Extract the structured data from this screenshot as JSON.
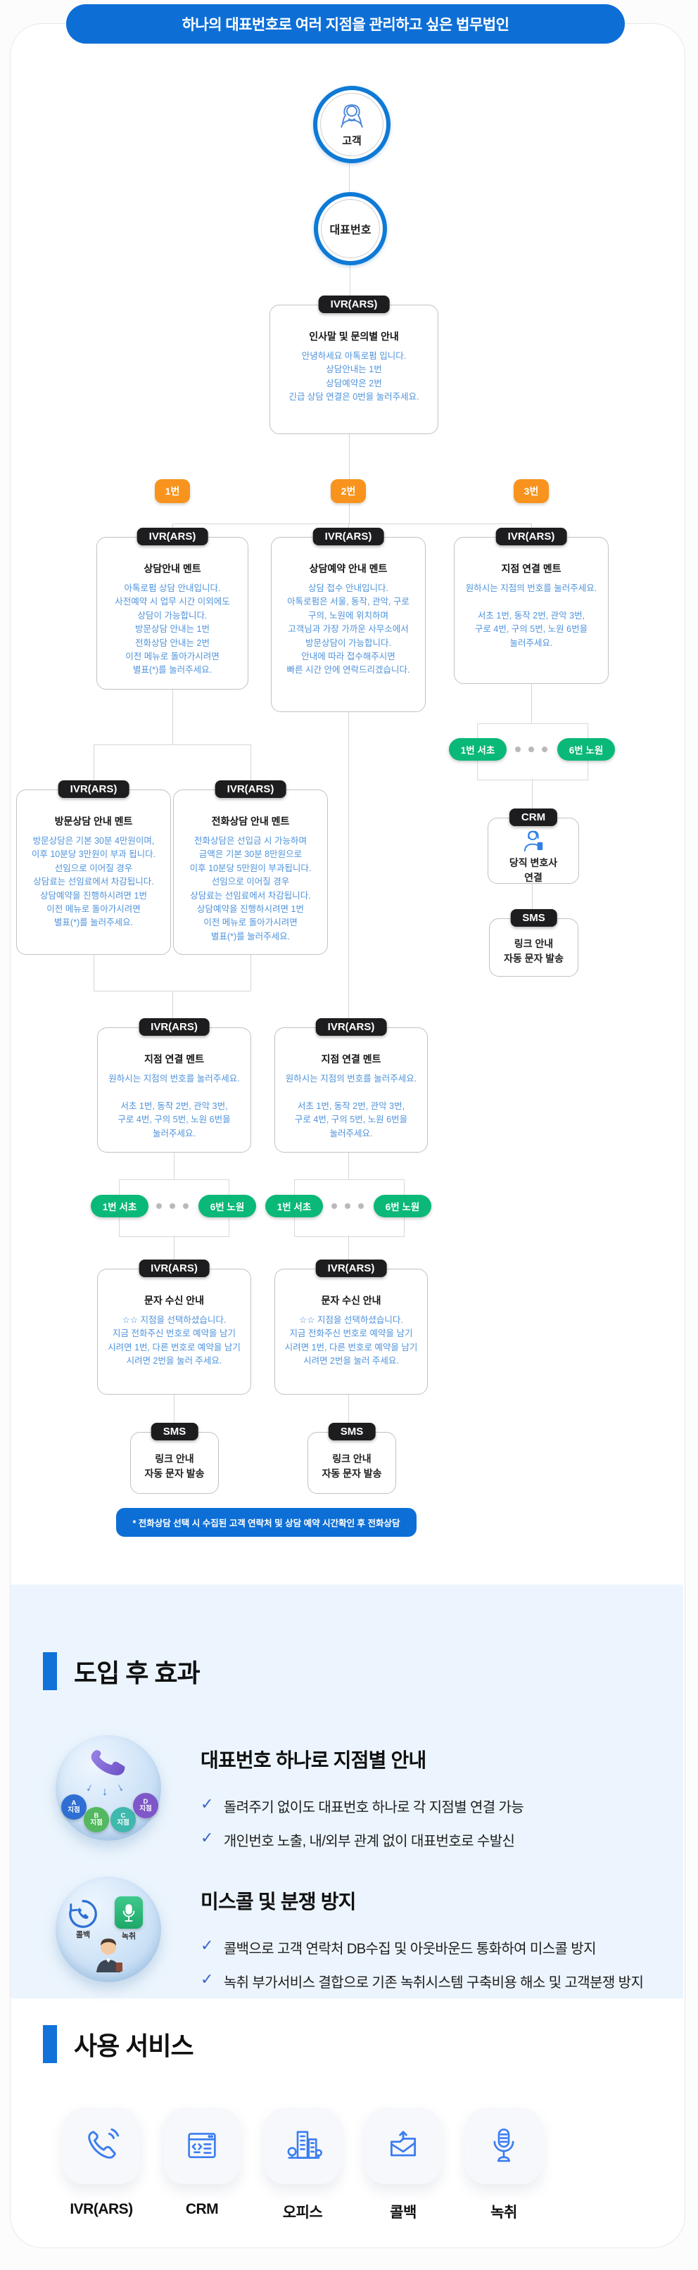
{
  "header": {
    "title": "하나의 대표번호로 여러 지점을 관리하고 싶은 법무법인"
  },
  "labels": {
    "ivr": "IVR(ARS)",
    "crm": "CRM",
    "sms": "SMS"
  },
  "flow": {
    "customer": "고객",
    "main_number": "대표번호",
    "greeting": {
      "title": "인사말 및 문의별 안내",
      "text": "안녕하세요 아톡로펌 입니다.\n상담안내는 1번\n상담예약은 2번\n긴급 상담 연결은 0번을 눌러주세요."
    },
    "branch1": "1번",
    "branch2": "2번",
    "branch3": "3번",
    "consult": {
      "title": "상담안내 멘트",
      "text": "아톡로펌 상담 안내입니다.\n사전예약 시 업무 시간 이외에도\n상담이 가능합니다.\n방문상담 안내는 1번\n전화상담 안내는 2번\n이전 메뉴로 돌아가시려면\n별표(*)를 눌러주세요."
    },
    "reserve": {
      "title": "상담예약 안내 멘트",
      "text": "상담 접수 안내입니다.\n아톡로펌은 서울, 동작, 관악, 구로\n구의, 노원에 위치하며\n고객님과 가장 가까운 사무소에서\n방문상담이 가능합니다.\n안내에 따라 접수해주시면\n빠른 시간 안에 연락드리겠습니다."
    },
    "connect": {
      "title": "지점 연결 멘트",
      "text": "원하시는 지점의 번호를 눌러주세요.\n\n서초 1번, 동작 2번, 관악 3번,\n구로 4번, 구의 5번, 노원 6번을\n눌러주세요."
    },
    "visit": {
      "title": "방문상담 안내 멘트",
      "text": "방문상담은 기본 30분 4만원이며,\n이후 10분당 3만원이 부과 됩니다.\n선임으로 이어질 경우\n상담료는 선임료에서 차감됩니다.\n상담예약을 진행하시려면 1번\n이전 메뉴로 돌아가시려면\n별표(*)를 눌러주세요."
    },
    "phone": {
      "title": "전화상담 안내 멘트",
      "text": "전화상담은 선입금 시 가능하며\n금액은 기본 30분 8만원으로\n이후 10분당 5만원이 부과됩니다.\n선임으로 이어질 경우\n상담료는 선임료에서 차감됩니다.\n상담예약을 진행하시려면 1번\n이전 메뉴로 돌아가시려면\n별표(*)를 눌러주세요."
    },
    "sms_receive": {
      "title": "문자 수신 안내",
      "text": "☆☆ 지점을 선택하셨습니다.\n지금 전화주신 번호로 예약을 남기\n시려면 1번, 다른 번호로 예약을 남기\n시려면 2번을 눌러 주세요."
    },
    "pill_first": "1번 서초",
    "pill_last": "6번 노원",
    "crm_box": "당직 변호사\n연결",
    "sms_box": "링크 안내\n자동 문자 발송",
    "note": "* 전화상담 선택 시 수집된 고객 연락처 및 상담 예약 시간확인 후 전화상담"
  },
  "effects": {
    "heading": "도입 후 효과",
    "item1": {
      "title": "대표번호 하나로 지점별 안내",
      "check1": "돌려주기 없이도 대표번호 하나로 각 지점별 연결 가능",
      "check2": "개인번호 노출, 내/외부 관계 없이 대표번호로 수발신",
      "branch_a": "A\n지점",
      "branch_b": "B\n지점",
      "branch_c": "C\n지점",
      "branch_d": "D\n지점"
    },
    "item2": {
      "title": "미스콜 및 분쟁 방지",
      "check1": "콜백으로 고객 연락처 DB수집 및 아웃바운드 통화하여 미스콜 방지",
      "check2": "녹취 부가서비스 결합으로 기존 녹취시스템 구축비용 해소 및 고객분쟁 방지",
      "label_callback": "콜백",
      "label_record": "녹취"
    }
  },
  "services": {
    "heading": "사용 서비스",
    "items": [
      {
        "label": "IVR(ARS)",
        "icon": "phone-icon"
      },
      {
        "label": "CRM",
        "icon": "browser-code-icon"
      },
      {
        "label": "오피스",
        "icon": "buildings-icon"
      },
      {
        "label": "콜백",
        "icon": "envelope-arrow-icon"
      },
      {
        "label": "녹취",
        "icon": "microphone-icon"
      }
    ]
  },
  "colors": {
    "primary_blue": "#0d6fd6",
    "orange": "#f8941d",
    "green": "#0ab878",
    "badge_black": "#1d1d1f",
    "body_text_blue": "#4f93db",
    "check_blue": "#3e63cc",
    "section_bg": "#ecf5fd"
  }
}
